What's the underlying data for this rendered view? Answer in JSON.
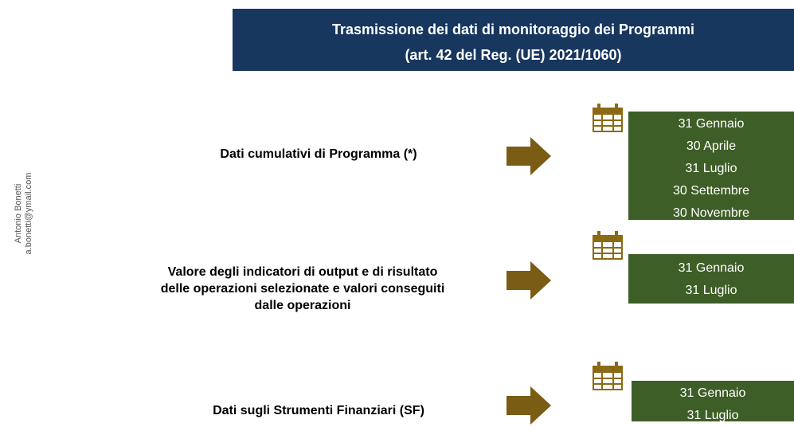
{
  "header": {
    "line1": "Trasmissione dei dati di monitoraggio dei Programmi",
    "line2": "(art. 42 del Reg. (UE) 2021/1060)"
  },
  "side": {
    "name": "Antonio Bonetti",
    "email": "a.bonetti@ymail.com"
  },
  "rows": [
    {
      "label_lines": [
        "Dati cumulativi di Programma (*)"
      ],
      "dates": [
        "31 Gennaio",
        "30 Aprile",
        "31 Luglio",
        "30 Settembre",
        "30 Novembre"
      ]
    },
    {
      "label_lines": [
        "Valore degli indicatori di output e di risultato",
        "delle operazioni selezionate e valori conseguiti",
        "dalle operazioni"
      ],
      "dates": [
        "31 Gennaio",
        "31 Luglio"
      ]
    },
    {
      "label_lines": [
        "Dati sugli Strumenti Finanziari (SF)"
      ],
      "dates": [
        "31 Gennaio",
        "31 Luglio"
      ]
    }
  ],
  "colors": {
    "header_bg": "#17375e",
    "date_box_bg": "#3e5e27",
    "arrow": "#7a5c14",
    "calendar": "#8b6a14"
  },
  "icons": {
    "row_arrow": "right-arrow-icon",
    "calendar": "calendar-icon"
  }
}
